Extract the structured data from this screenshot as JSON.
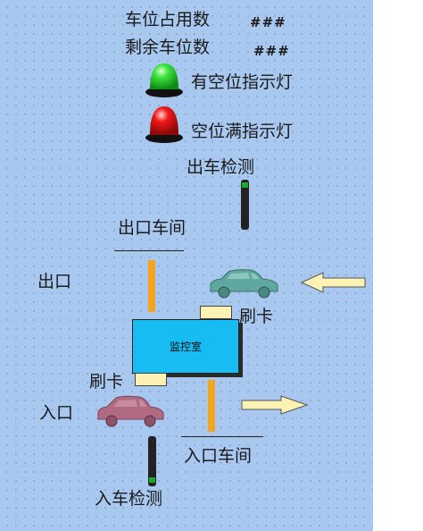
{
  "status": {
    "occupied_label": "车位占用数",
    "occupied_value": "###",
    "remaining_label": "剩余车位数",
    "remaining_value": "###"
  },
  "indicators": {
    "vacant_label": "有空位指示灯",
    "full_label": "空位满指示灯",
    "vacant_color": "#22dd22",
    "full_color": "#ee1111"
  },
  "exit": {
    "sensor_label": "出车检测",
    "gate_label": "出口车间",
    "side_label": "出口",
    "card_label": "刷卡"
  },
  "entry": {
    "sensor_label": "入车检测",
    "gate_label": "入口车间",
    "side_label": "入口",
    "card_label": "刷卡"
  },
  "control_room": {
    "label": "监控室"
  },
  "colors": {
    "background": "#a9c8f0",
    "gate": "#f5a41e",
    "control_room": "#17bcf2",
    "exit_car": "#5ea8a0",
    "entry_car": "#b06a82",
    "card_reader": "#fbf2b4",
    "arrow": "#fbf2b4"
  }
}
